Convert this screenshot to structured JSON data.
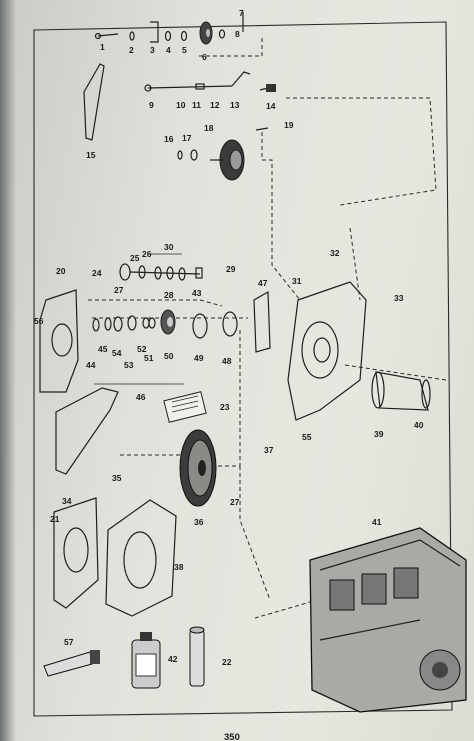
{
  "page": {
    "page_number": "350",
    "callouts": [
      {
        "id": "c1",
        "label": "1"
      },
      {
        "id": "c2",
        "label": "2"
      },
      {
        "id": "c3",
        "label": "3"
      },
      {
        "id": "c4",
        "label": "4"
      },
      {
        "id": "c5",
        "label": "5"
      },
      {
        "id": "c6",
        "label": "6"
      },
      {
        "id": "c7",
        "label": "7"
      },
      {
        "id": "c8",
        "label": "8"
      },
      {
        "id": "c9",
        "label": "9"
      },
      {
        "id": "c10",
        "label": "10"
      },
      {
        "id": "c11",
        "label": "11"
      },
      {
        "id": "c12",
        "label": "12"
      },
      {
        "id": "c13",
        "label": "13"
      },
      {
        "id": "c14",
        "label": "14"
      },
      {
        "id": "c15",
        "label": "15"
      },
      {
        "id": "c16",
        "label": "16"
      },
      {
        "id": "c17",
        "label": "17"
      },
      {
        "id": "c18",
        "label": "18"
      },
      {
        "id": "c19",
        "label": "19"
      },
      {
        "id": "c20",
        "label": "20"
      },
      {
        "id": "c21",
        "label": "21"
      },
      {
        "id": "c22",
        "label": "22"
      },
      {
        "id": "c23",
        "label": "23"
      },
      {
        "id": "c24",
        "label": "24"
      },
      {
        "id": "c25",
        "label": "25"
      },
      {
        "id": "c26",
        "label": "26"
      },
      {
        "id": "c27a",
        "label": "27"
      },
      {
        "id": "c27b",
        "label": "27"
      },
      {
        "id": "c28",
        "label": "28"
      },
      {
        "id": "c29",
        "label": "29"
      },
      {
        "id": "c30",
        "label": "30"
      },
      {
        "id": "c31",
        "label": "31"
      },
      {
        "id": "c32",
        "label": "32"
      },
      {
        "id": "c33",
        "label": "33"
      },
      {
        "id": "c34",
        "label": "34"
      },
      {
        "id": "c35",
        "label": "35"
      },
      {
        "id": "c36",
        "label": "36"
      },
      {
        "id": "c37",
        "label": "37"
      },
      {
        "id": "c38",
        "label": "38"
      },
      {
        "id": "c39",
        "label": "39"
      },
      {
        "id": "c40",
        "label": "40"
      },
      {
        "id": "c41",
        "label": "41"
      },
      {
        "id": "c42",
        "label": "42"
      },
      {
        "id": "c43",
        "label": "43"
      },
      {
        "id": "c44",
        "label": "44"
      },
      {
        "id": "c45",
        "label": "45"
      },
      {
        "id": "c46",
        "label": "46"
      },
      {
        "id": "c47",
        "label": "47"
      },
      {
        "id": "c48",
        "label": "48"
      },
      {
        "id": "c49",
        "label": "49"
      },
      {
        "id": "c50",
        "label": "50"
      },
      {
        "id": "c51",
        "label": "51"
      },
      {
        "id": "c52",
        "label": "52"
      },
      {
        "id": "c53",
        "label": "53"
      },
      {
        "id": "c54",
        "label": "54"
      },
      {
        "id": "c55",
        "label": "55"
      },
      {
        "id": "c56",
        "label": "56"
      },
      {
        "id": "c57",
        "label": "57"
      }
    ]
  }
}
